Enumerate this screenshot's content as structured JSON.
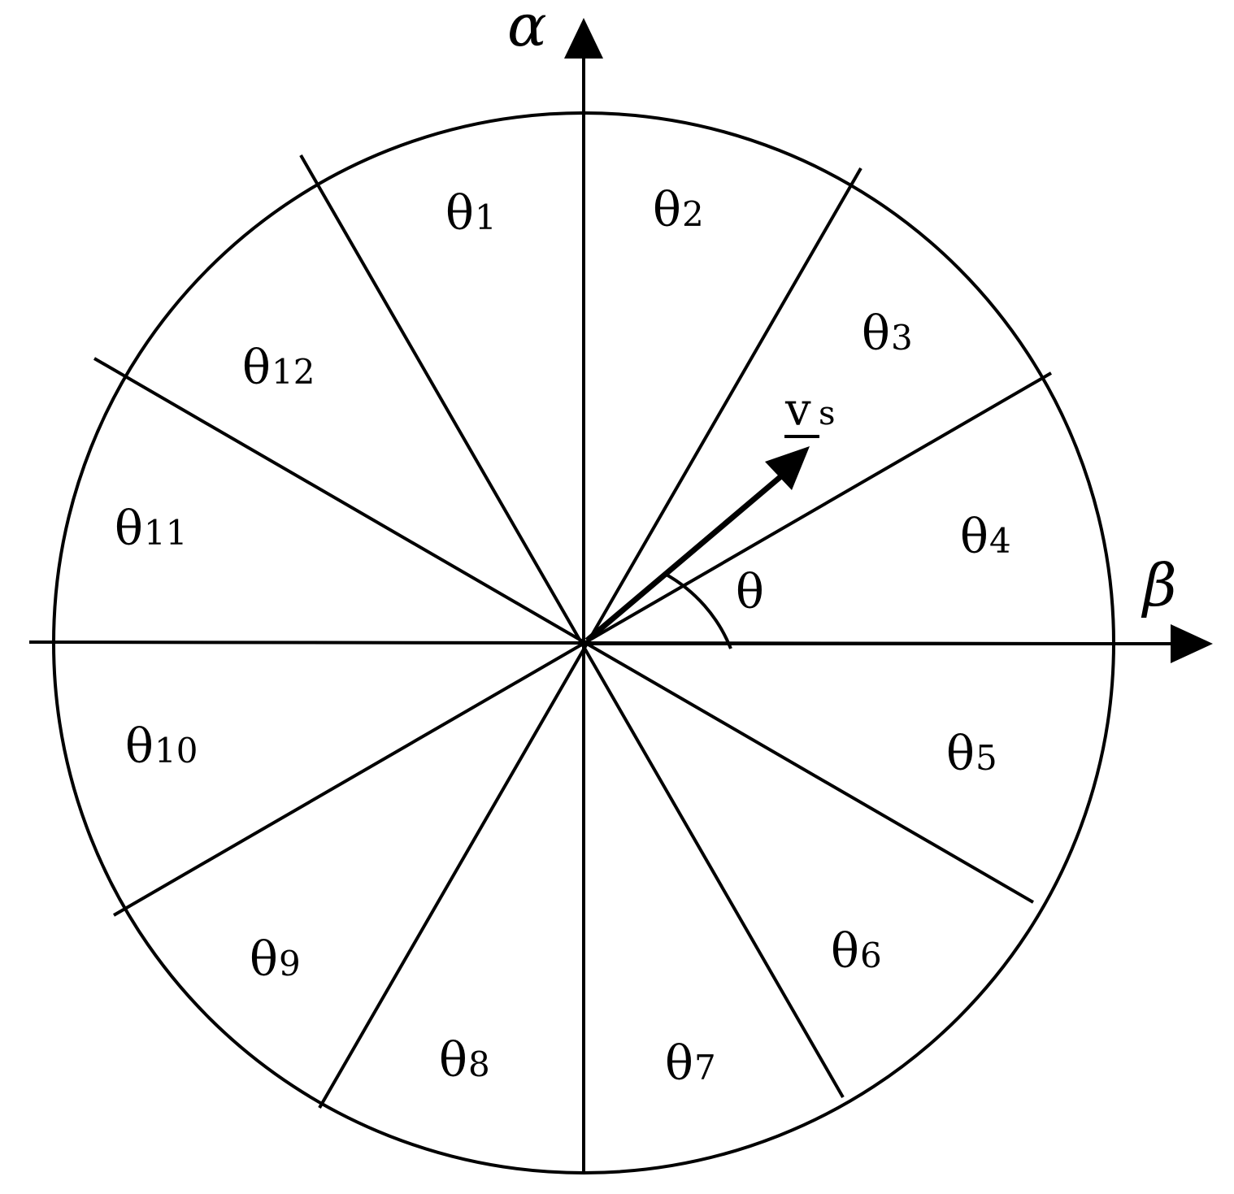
{
  "axes": {
    "vertical_label": "α",
    "horizontal_label": "β"
  },
  "vector": {
    "symbol": "v",
    "subscript": "s"
  },
  "angle": {
    "label": "θ"
  },
  "sectors": [
    {
      "symbol": "θ",
      "index": "1"
    },
    {
      "symbol": "θ",
      "index": "2"
    },
    {
      "symbol": "θ",
      "index": "3"
    },
    {
      "symbol": "θ",
      "index": "4"
    },
    {
      "symbol": "θ",
      "index": "5"
    },
    {
      "symbol": "θ",
      "index": "6"
    },
    {
      "symbol": "θ",
      "index": "7"
    },
    {
      "symbol": "θ",
      "index": "8"
    },
    {
      "symbol": "θ",
      "index": "9"
    },
    {
      "symbol": "θ",
      "index": "10"
    },
    {
      "symbol": "θ",
      "index": "11"
    },
    {
      "symbol": "θ",
      "index": "12"
    }
  ]
}
